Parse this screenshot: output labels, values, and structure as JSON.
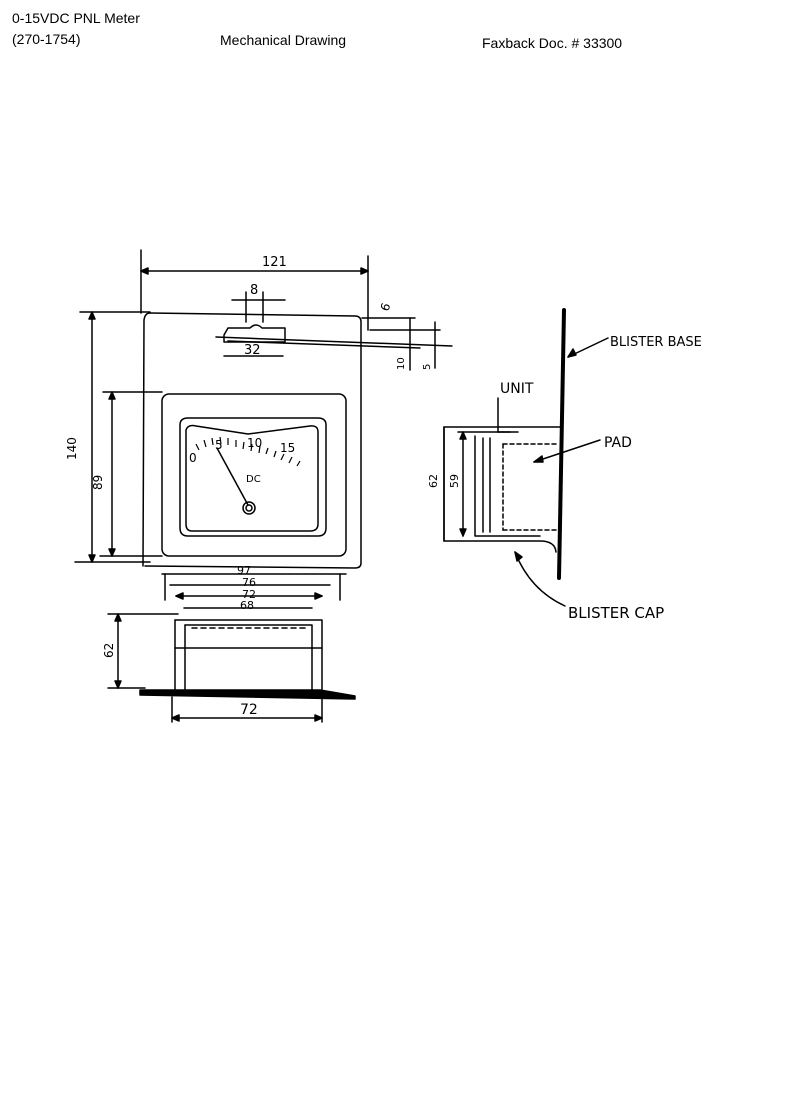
{
  "header": {
    "product": "0-15VDC PNL Meter",
    "part_number": "(270-1754)",
    "drawing_type": "Mechanical Drawing",
    "doc_ref": "Faxback Doc. # 33300"
  },
  "front_view": {
    "dims": {
      "overall_width": "121",
      "slot_offset": "8",
      "slot_width": "32",
      "top_gap": "6",
      "slot_height_a": "10",
      "slot_height_b": "5",
      "overall_height": "140",
      "bezel_height": "89",
      "bezel_width": "97",
      "body_width_outer": "76",
      "body_width": "72",
      "body_width_inner": "68",
      "depth": "62",
      "base_width": "72"
    },
    "scale": {
      "ticks": [
        "0",
        "5",
        "10",
        "15"
      ],
      "unit": "DC"
    }
  },
  "side_view": {
    "dims": {
      "outer_height": "62",
      "inner_height": "59"
    },
    "labels": {
      "base": "BLISTER BASE",
      "unit": "UNIT",
      "pad": "PAD",
      "cap": "BLISTER CAP"
    }
  }
}
